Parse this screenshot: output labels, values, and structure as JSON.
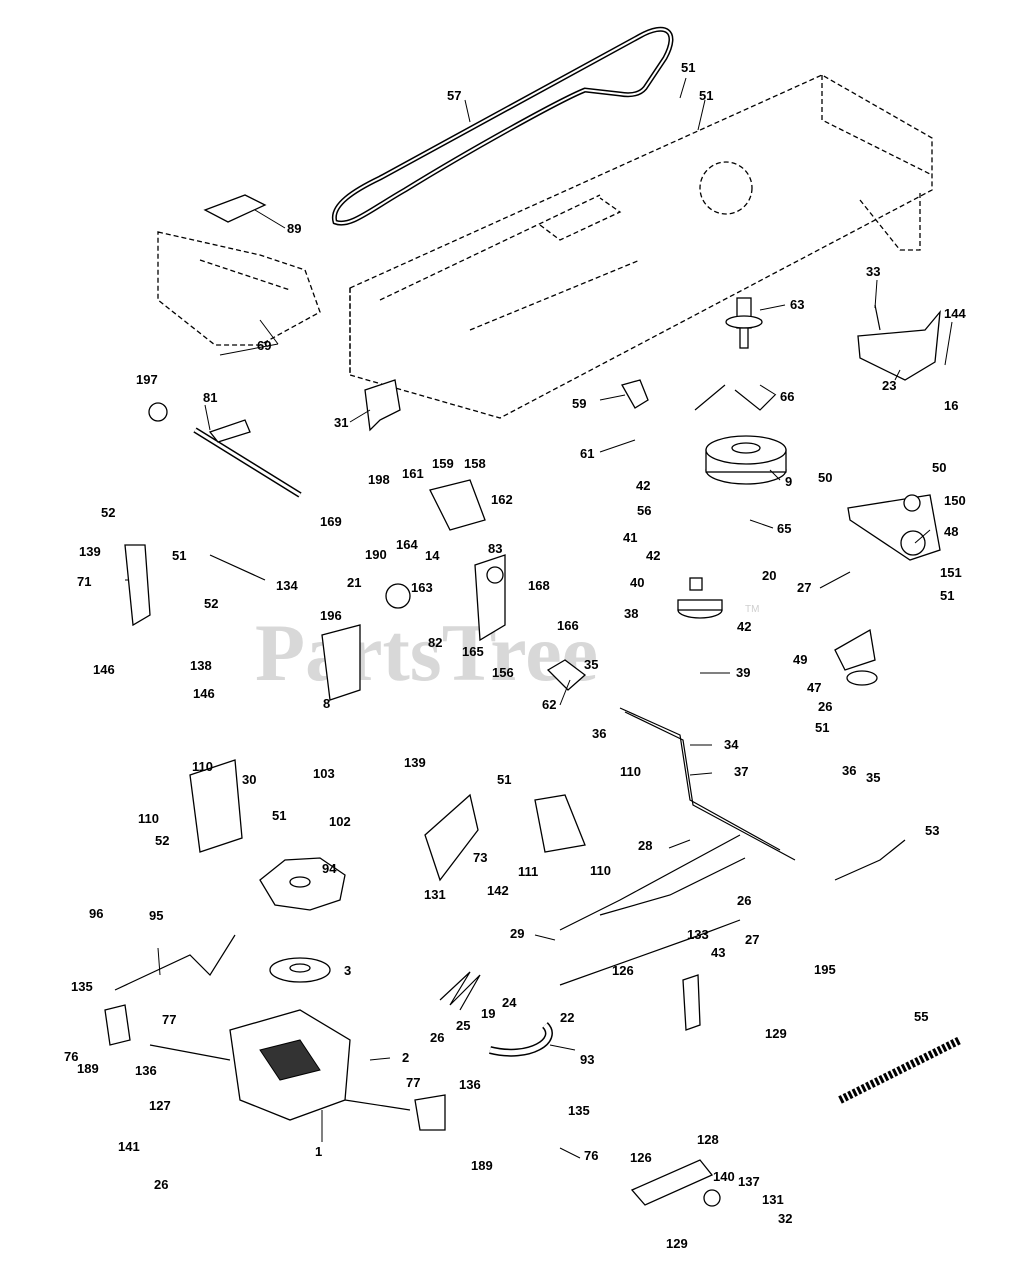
{
  "watermark": {
    "brand": "PartsTree",
    "trademark": "TM"
  },
  "callouts": [
    "57",
    "51",
    "51",
    "89",
    "69",
    "33",
    "63",
    "144",
    "23",
    "16",
    "197",
    "81",
    "31",
    "59",
    "66",
    "61",
    "9",
    "50",
    "50",
    "150",
    "48",
    "198",
    "161",
    "159",
    "158",
    "162",
    "169",
    "190",
    "164",
    "14",
    "163",
    "83",
    "52",
    "139",
    "51",
    "71",
    "134",
    "21",
    "168",
    "42",
    "56",
    "41",
    "65",
    "42",
    "40",
    "20",
    "27",
    "151",
    "51",
    "38",
    "42",
    "52",
    "196",
    "82",
    "165",
    "166",
    "156",
    "39",
    "146",
    "138",
    "146",
    "8",
    "35",
    "62",
    "49",
    "47",
    "26",
    "51",
    "36",
    "34",
    "37",
    "36",
    "35",
    "110",
    "30",
    "103",
    "139",
    "51",
    "110",
    "110",
    "51",
    "102",
    "52",
    "73",
    "111",
    "110",
    "131",
    "142",
    "28",
    "94",
    "53",
    "26",
    "96",
    "95",
    "27",
    "29",
    "133",
    "43",
    "195",
    "126",
    "3",
    "135",
    "22",
    "26",
    "25",
    "19",
    "24",
    "129",
    "55",
    "77",
    "76",
    "189",
    "136",
    "2",
    "93",
    "77",
    "136",
    "127",
    "1",
    "141",
    "135",
    "189",
    "76",
    "126",
    "128",
    "26",
    "140",
    "137",
    "131",
    "32",
    "129"
  ]
}
